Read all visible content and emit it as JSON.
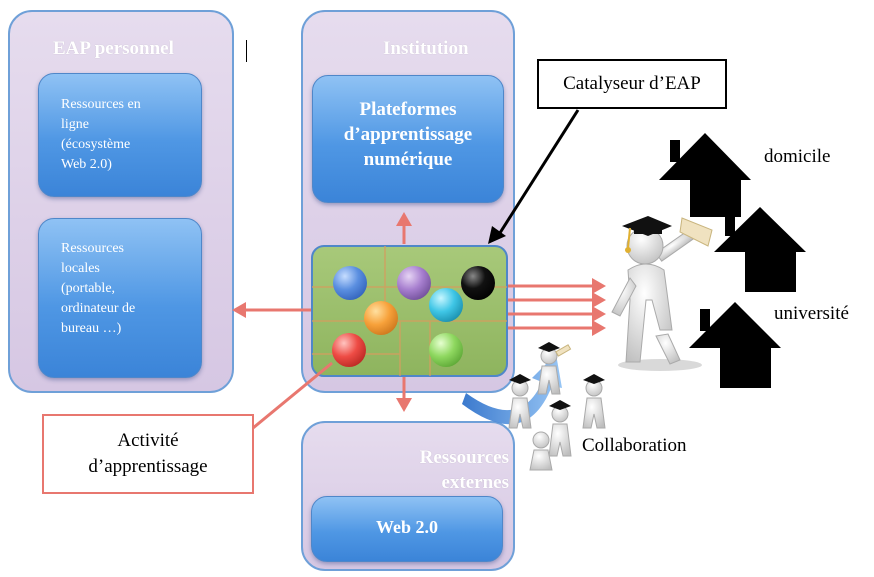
{
  "panels": {
    "eap_personnel": "EAP personnel",
    "institution": "Institution",
    "ressources_externes": "Ressources externes"
  },
  "boxes": {
    "ressources_en_ligne": [
      "Ressources en",
      "ligne",
      "(écosystème",
      "Web 2.0)"
    ],
    "ressources_locales": [
      "Ressources",
      "locales",
      "(portable,",
      "ordinateur de",
      "bureau …)"
    ],
    "plateformes": [
      "Plateformes",
      "d’apprentissage",
      "numérique"
    ],
    "web20": "Web 2.0"
  },
  "callouts": {
    "catalyseur": "Catalyseur d’EAP",
    "activite": [
      "Activité",
      "d’apprentissage"
    ]
  },
  "labels": {
    "domicile": "domicile",
    "universite": "université",
    "collaboration": "Collaboration"
  },
  "colors": {
    "panel_border": "#6fa0d8",
    "panel_fill": "#dccfe8",
    "box_blue": "#4f97e4",
    "arrow_red": "#e8776f",
    "catalyst_green": "#9bbd6e",
    "activite_border": "#e8776f"
  },
  "balls": [
    "blue",
    "purple",
    "black",
    "orange",
    "cyan",
    "red",
    "green"
  ]
}
